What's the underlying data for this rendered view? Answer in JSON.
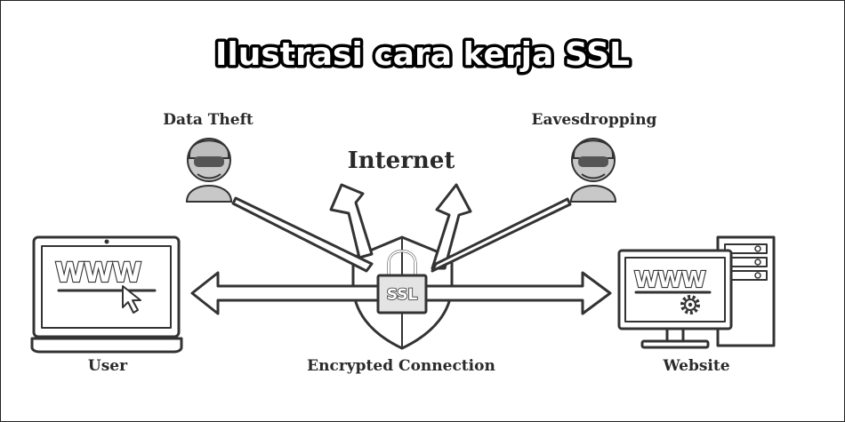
{
  "title": "Ilustrasi cara kerja SSL",
  "labels": {
    "data_theft": "Data Theft",
    "eavesdropping": "Eavesdropping",
    "internet": "Internet",
    "user": "User",
    "encrypted_connection": "Encrypted Connection",
    "website": "Website"
  },
  "screens": {
    "user_screen_text": "WWW",
    "website_screen_text": "WWW"
  },
  "lock_text": "SSL",
  "icons": [
    "laptop-icon",
    "cursor-icon",
    "hacker-icon",
    "shield-icon",
    "padlock-icon",
    "monitor-icon",
    "server-tower-icon",
    "gear-icon",
    "arrow-icon"
  ]
}
